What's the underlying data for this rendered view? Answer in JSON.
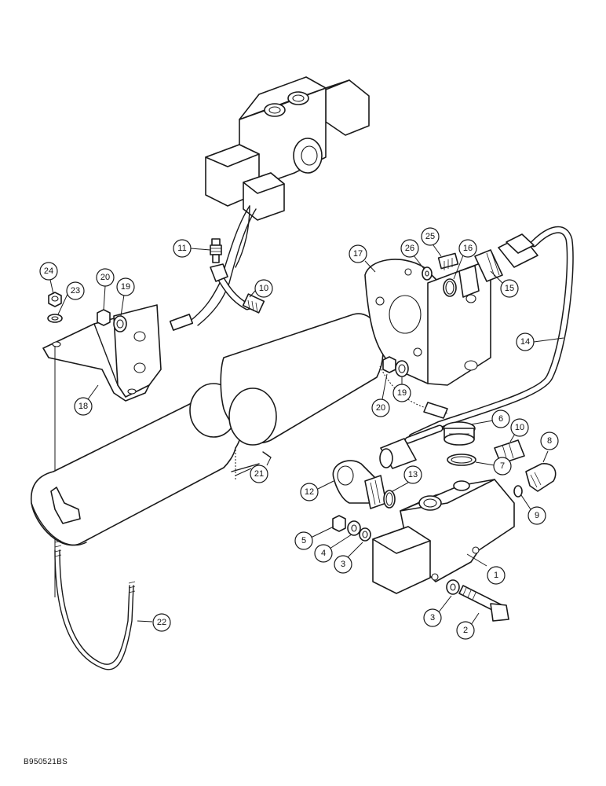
{
  "figure": {
    "reference_code": "B950521BS"
  },
  "callouts": [
    {
      "id": "c1",
      "label": "1"
    },
    {
      "id": "c2",
      "label": "2"
    },
    {
      "id": "c3a",
      "label": "3"
    },
    {
      "id": "c3b",
      "label": "3"
    },
    {
      "id": "c4",
      "label": "4"
    },
    {
      "id": "c5",
      "label": "5"
    },
    {
      "id": "c6",
      "label": "6"
    },
    {
      "id": "c7",
      "label": "7"
    },
    {
      "id": "c8",
      "label": "8"
    },
    {
      "id": "c9",
      "label": "9"
    },
    {
      "id": "c10a",
      "label": "10"
    },
    {
      "id": "c10b",
      "label": "10"
    },
    {
      "id": "c11",
      "label": "11"
    },
    {
      "id": "c12",
      "label": "12"
    },
    {
      "id": "c13",
      "label": "13"
    },
    {
      "id": "c14",
      "label": "14"
    },
    {
      "id": "c15",
      "label": "15"
    },
    {
      "id": "c16",
      "label": "16"
    },
    {
      "id": "c17",
      "label": "17"
    },
    {
      "id": "c18",
      "label": "18"
    },
    {
      "id": "c19a",
      "label": "19"
    },
    {
      "id": "c19b",
      "label": "19"
    },
    {
      "id": "c20a",
      "label": "20"
    },
    {
      "id": "c20b",
      "label": "20"
    },
    {
      "id": "c21",
      "label": "21"
    },
    {
      "id": "c22",
      "label": "22"
    },
    {
      "id": "c23",
      "label": "23"
    },
    {
      "id": "c24",
      "label": "24"
    },
    {
      "id": "c25",
      "label": "25"
    },
    {
      "id": "c26",
      "label": "26"
    }
  ]
}
